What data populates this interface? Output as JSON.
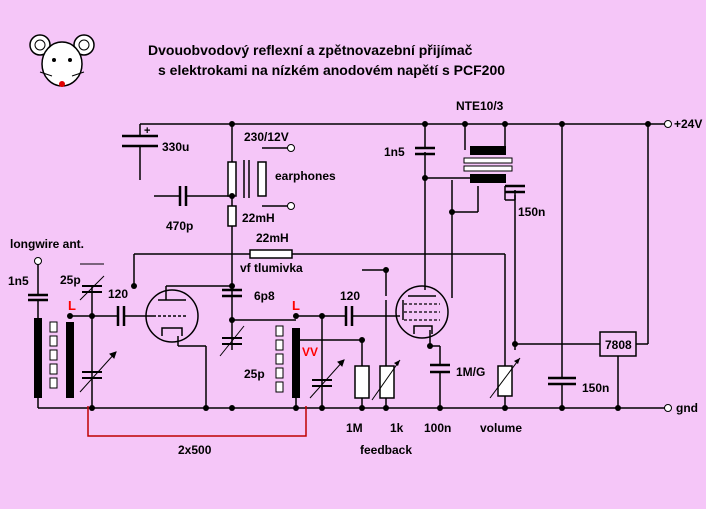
{
  "title": {
    "line1": "Dvouobvodový reflexní a zpětnovazební přijímač",
    "line2": "s elektrokami na nízkém anodovém napětí s PCF200"
  },
  "labels": {
    "c330u": "330u",
    "plus": "+",
    "trafo": "230/12V",
    "earphones": "earphones",
    "c470p": "470p",
    "l22mH_a": "22mH",
    "l22mH_b": "22mH",
    "vf_tlumivka": "vf tlumivka",
    "longwire": "longwire ant.",
    "c1n5_left": "1n5",
    "c25p_top": "25p",
    "coil_L1": "L",
    "c120_left": "120",
    "c6p8": "6p8",
    "coil_L2": "L",
    "c120_right": "120",
    "c25p_mid": "25p",
    "vv": "VV",
    "c2x500": "2x500",
    "r1M": "1M",
    "p1k": "1k",
    "c100n": "100n",
    "feedback": "feedback",
    "c1MG": "1M/G",
    "volume": "volume",
    "nte": "NTE10/3",
    "c1n5_right": "1n5",
    "c150n_top": "150n",
    "c150n_bot": "150n",
    "reg": "7808",
    "v24": "+24V",
    "gnd": "gnd"
  },
  "colors": {
    "background": "#F5C6F8",
    "wire": "#000000",
    "terminal": "#FFFFFF",
    "coil_label": "#FF0000",
    "ground_link": "#C00000"
  },
  "icons": {
    "logo": "mouse-face-icon"
  }
}
